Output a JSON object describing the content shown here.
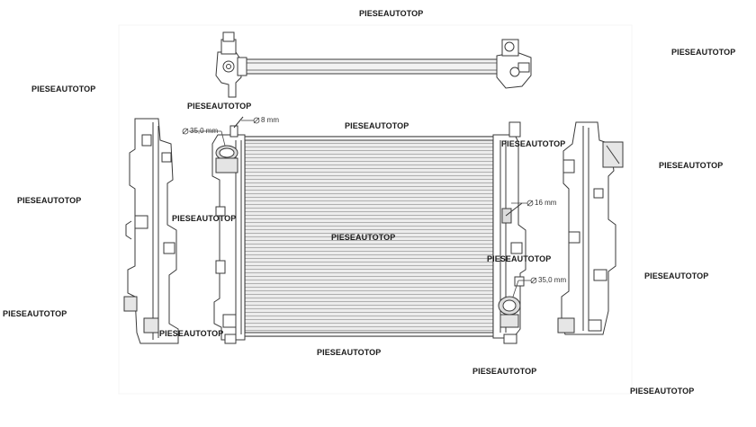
{
  "watermark_text": "PIESEAUTOTOP",
  "dimensions": {
    "outlet_diameter": "35,0 mm",
    "vent_diameter": "8 mm",
    "side_port_diameter": "16 mm",
    "inlet_diameter": "35,0 mm"
  },
  "colors": {
    "line": "#3a3a3a",
    "core_fill": "#e9e9e9",
    "fin": "#9a9a9a",
    "background": "#ffffff"
  }
}
